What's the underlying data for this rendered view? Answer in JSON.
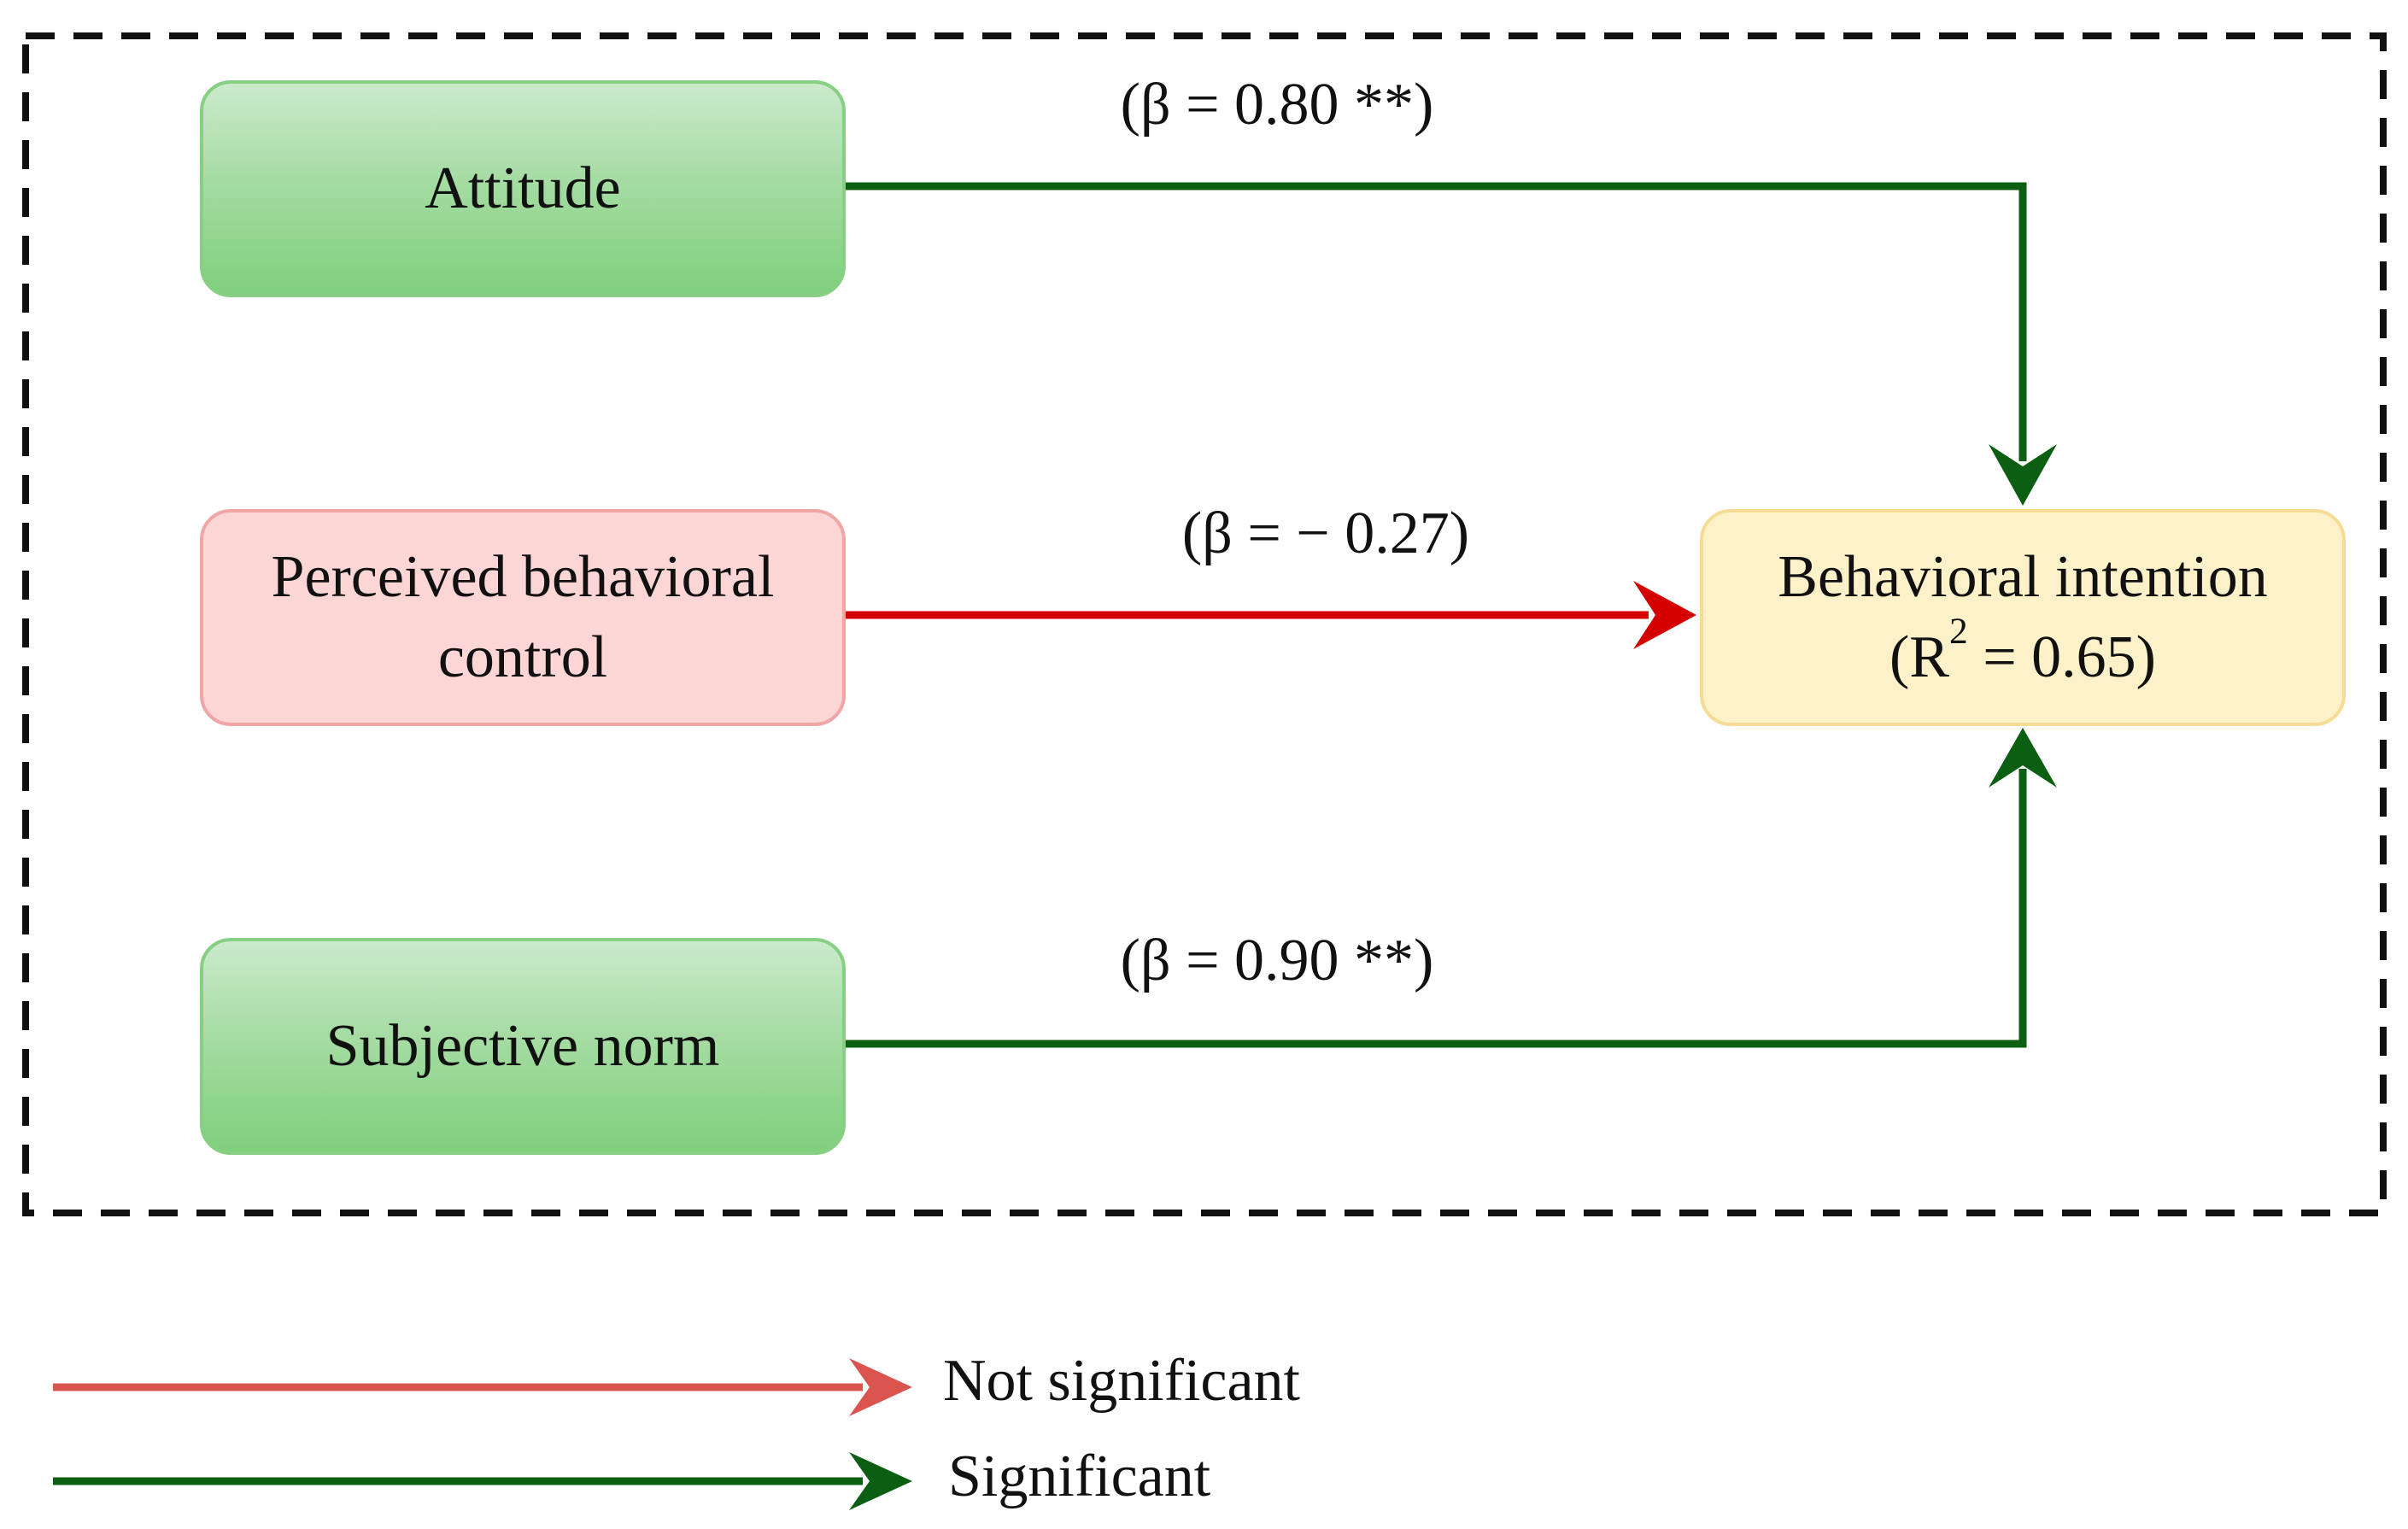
{
  "nodes": {
    "attitude": "Attitude",
    "pbc_line1": "Perceived behavioral",
    "pbc_line2": "control",
    "subjective_norm": "Subjective norm",
    "bi_line1": "Behavioral intention",
    "bi_r_open": "(R",
    "bi_r_sup": "2",
    "bi_r_close": " = 0.65)"
  },
  "paths": {
    "attitude_beta": "(β = 0.80 **)",
    "pbc_beta": "(β = − 0.27)",
    "sn_beta": "(β = 0.90 **)"
  },
  "legend": {
    "not_significant": "Not significant",
    "significant": "Significant"
  },
  "colors": {
    "significant": "#0b5e12",
    "not_significant": "#d40000",
    "legend_not_significant": "#d9534f",
    "node_green": "#86cf83",
    "node_red": "#fbd6d5",
    "node_yellow": "#fdf1c9"
  }
}
